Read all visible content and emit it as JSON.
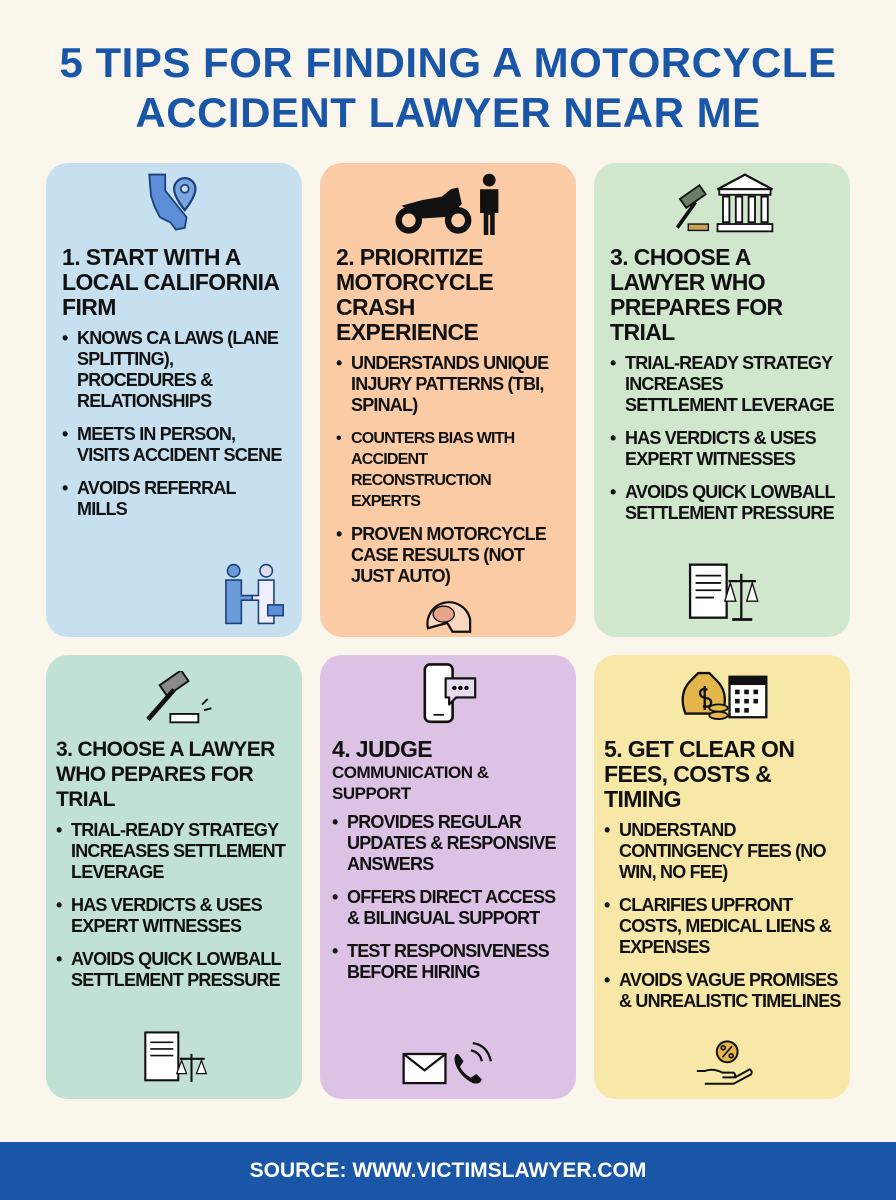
{
  "title": {
    "line1": "5 TIPS FOR FINDING A MOTORCYCLE",
    "line2": "ACCIDENT LAWYER NEAR ME"
  },
  "colors": {
    "title": "#1a56a8",
    "background": "#fbf6ec",
    "footer": "#1a56a8",
    "card1": "#c6e0f0",
    "card2": "#fbcba6",
    "card3": "#d0e7cd",
    "card4": "#c0e1d3",
    "card5": "#dcc2e5",
    "card6": "#f8e8a8"
  },
  "cards": [
    {
      "icons": [
        "california-map-pin-icon",
        "handshake-icon"
      ],
      "heading": "1. START WITH A LOCAL CALIFORNIA FIRM",
      "sub": "",
      "bullets": [
        "KNOWS CA LAWS (LANE SPLITTING), PROCEDURES & RELATIONSHIPS",
        "MEETS IN PERSON, VISITS ACCIDENT SCENE",
        "AVOIDS REFERRAL MILLS"
      ]
    },
    {
      "icons": [
        "motorcycle-rider-icon",
        "helmet-brain-icon"
      ],
      "heading": "2. PRIORITIZE MOTORCYCLE CRASH EXPERIENCE",
      "sub": "",
      "bullets": [
        "UNDERSTANDS UNIQUE INJURY PATTERNS (TBI, SPINAL)",
        "COUNTERS BIAS WITH ACCIDENT RECONSTRUCTION EXPERTS",
        "PROVEN MOTORCYCLE CASE RESULTS (NOT JUST AUTO)"
      ]
    },
    {
      "icons": [
        "gavel-courthouse-icon",
        "document-scales-icon"
      ],
      "heading": "3. CHOOSE A LAWYER WHO PREPARES FOR TRIAL",
      "sub": "",
      "bullets": [
        "TRIAL-READY STRATEGY INCREASES SETTLEMENT LEVERAGE",
        "HAS VERDICTS & USES EXPERT WITNESSES",
        "AVOIDS QUICK LOWBALL SETTLEMENT PRESSURE"
      ]
    },
    {
      "icons": [
        "gavel-icon",
        "document-scales-icon"
      ],
      "heading": "3. CHOOSE A LAWYER WHO PEPARES FOR TRIAL",
      "sub": "",
      "bullets": [
        "TRIAL-READY STRATEGY INCREASES SETTLEMENT LEVERAGE",
        "HAS VERDICTS & USES EXPERT WITNESSES",
        "AVOIDS QUICK LOWBALL SETTLEMENT PRESSURE"
      ]
    },
    {
      "icons": [
        "phone-chat-icon",
        "envelope-phone-icon"
      ],
      "heading": "4. JUDGE",
      "sub": "COMMUNICATION & SUPPORT",
      "bullets": [
        "PROVIDES REGULAR UPDATES & RESPONSIVE ANSWERS",
        "OFFERS DIRECT ACCESS & BILINGUAL SUPPORT",
        "TEST RESPONSIVENESS BEFORE HIRING"
      ]
    },
    {
      "icons": [
        "money-bag-calendar-icon",
        "hand-percent-icon"
      ],
      "heading": "5. GET CLEAR ON FEES, COSTS & TIMING",
      "sub": "",
      "bullets": [
        "UNDERSTAND CONTINGENCY FEES (NO WIN, NO FEE)",
        "CLARIFIES UPFRONT COSTS, MEDICAL LIENS & EXPENSES",
        "AVOIDS VAGUE PROMISES & UNREALISTIC TIMELINES"
      ]
    }
  ],
  "footer": {
    "source": "SOURCE: WWW.VICTIMSLAWYER.COM"
  }
}
